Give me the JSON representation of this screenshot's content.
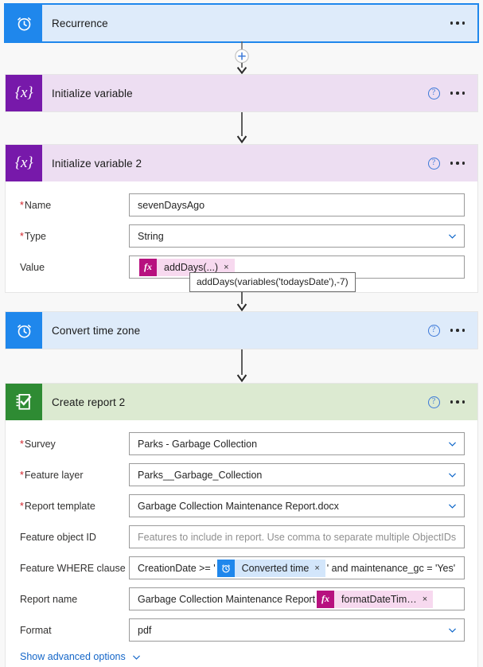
{
  "flow": {
    "steps": [
      {
        "id": "recurrence",
        "title": "Recurrence",
        "icon": "alarm-clock-icon",
        "accent": "#1f87ec",
        "header_bg": "#deebfa",
        "selected": true,
        "has_help": false
      },
      {
        "id": "initialize-variable",
        "title": "Initialize variable",
        "icon": "variable-braces-icon",
        "accent": "#7719aa",
        "header_bg": "#eddef2",
        "selected": false,
        "has_help": true
      },
      {
        "id": "initialize-variable-2",
        "title": "Initialize variable 2",
        "icon": "variable-braces-icon",
        "accent": "#7719aa",
        "header_bg": "#eddef2",
        "selected": false,
        "has_help": true,
        "fields": [
          {
            "label": "Name",
            "required": true,
            "type": "text",
            "value": "sevenDaysAgo"
          },
          {
            "label": "Type",
            "required": true,
            "type": "select",
            "value": "String"
          },
          {
            "label": "Value",
            "required": false,
            "type": "token",
            "token": {
              "badge": "fx",
              "badge_label": "fx",
              "text": "addDays(...)",
              "close": "×"
            }
          }
        ]
      },
      {
        "id": "convert-time-zone",
        "title": "Convert time zone",
        "icon": "alarm-clock-icon",
        "accent": "#1f87ec",
        "header_bg": "#deebfa",
        "selected": false,
        "has_help": true
      },
      {
        "id": "create-report-2",
        "title": "Create report 2",
        "icon": "survey-clipboard-icon",
        "accent": "#2e8b33",
        "header_bg": "#dcead1",
        "selected": false,
        "has_help": true,
        "fields": [
          {
            "label": "Survey",
            "required": true,
            "type": "select",
            "value": "Parks - Garbage Collection"
          },
          {
            "label": "Feature layer",
            "required": true,
            "type": "select",
            "value": "Parks__Garbage_Collection"
          },
          {
            "label": "Report template",
            "required": true,
            "type": "select",
            "value": "Garbage Collection Maintenance Report.docx"
          },
          {
            "label": "Feature object ID",
            "required": false,
            "type": "text",
            "value": "",
            "placeholder": "Features to include in report. Use comma to separate multiple ObjectIDs"
          },
          {
            "label": "Feature WHERE clause",
            "required": false,
            "type": "mixed",
            "prefix": "CreationDate >= '",
            "token": {
              "badge": "clock",
              "badge_label": "alarm-clock-icon",
              "text": "Converted time",
              "close": "×"
            },
            "suffix": "' and maintenance_gc = 'Yes'"
          },
          {
            "label": "Report name",
            "required": false,
            "type": "mixed",
            "prefix": "Garbage Collection Maintenance Report",
            "token": {
              "badge": "fx",
              "badge_label": "fx",
              "text": "formatDateTim…",
              "close": "×"
            },
            "suffix": ""
          },
          {
            "label": "Format",
            "required": false,
            "type": "select",
            "value": "pdf"
          }
        ],
        "advanced_options_label": "Show advanced options"
      }
    ],
    "tooltip": {
      "text": "addDays(variables('todaysDate'),-7)"
    },
    "add_step_button": "+"
  }
}
